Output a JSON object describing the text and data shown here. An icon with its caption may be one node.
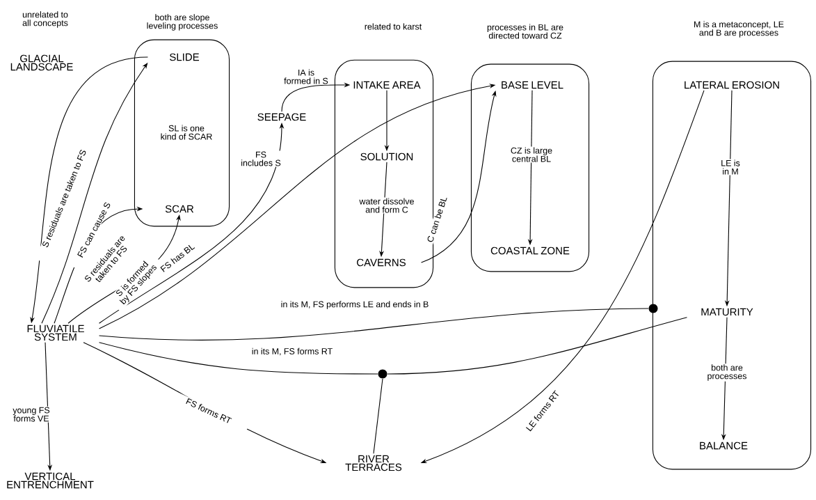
{
  "diagram": {
    "nodes": [
      {
        "text": [
          "both are slope leveling processes",
          "SL is one kind of SCAR"
        ]
      },
      {
        "text": [
          "SLIDE"
        ],
        "in": 0
      },
      {
        "text": [
          "SCAR"
        ],
        "in": 0
      },
      {
        "text": [
          "related to karst"
        ]
      },
      {
        "text": [
          "INTAKE AREA"
        ],
        "in": 3
      },
      {
        "text": [
          "SOLUTION"
        ],
        "in": 3
      },
      {
        "text": [
          "CAVERNS"
        ],
        "in": 3
      },
      {
        "text": [
          "processes in BL are directed toward CZ"
        ]
      },
      {
        "text": [
          "BASE LEVEL"
        ],
        "in": 7
      },
      {
        "text": [
          "COASTAL ZONE"
        ],
        "in": 7
      },
      {
        "text": [
          "M is a metaconcept, LE and B are processes"
        ]
      },
      {
        "text": [
          "LATERAL EROSION"
        ],
        "in": 10
      },
      {
        "text": [
          "MATURITY"
        ],
        "in": 10
      },
      {
        "text": [
          "BALANCE"
        ],
        "in": 10
      },
      {
        "text": [
          "GLACIAL LANDSCAPE"
        ],
        "beside": [
          "unrelated to all concepts"
        ]
      },
      {
        "text": [
          "SEEPAGE"
        ]
      },
      {
        "text": [
          "FLUVIATILE SYSTEM"
        ]
      },
      {
        "text": [
          "VERTICAL ENTRENCHMENT"
        ]
      },
      {
        "text": [
          "RIVER TERRACES"
        ]
      },
      {
        "text": [],
        "shape": "circle"
      },
      {
        "text": [],
        "shape": "circle"
      }
    ],
    "edges": [
      {
        "from": 1,
        "to": 16,
        "arrow": "to",
        "label": "S residuals are taken to FS"
      },
      {
        "from": 16,
        "to": 1,
        "arrow": "to",
        "label": "FS can cause S"
      },
      {
        "from": 16,
        "to": 2,
        "arrow": "to",
        "label": "S residuals are taken to FS"
      },
      {
        "from": 16,
        "to": 2,
        "arrow": "to",
        "label": "S is formed by FS slopes"
      },
      {
        "from": 16,
        "to": 15,
        "arrow": "to",
        "label": "FS includes S"
      },
      {
        "from": 15,
        "to": 4,
        "arrow": "to",
        "label": "IA is formed in S"
      },
      {
        "from": 16,
        "to": 8,
        "arrow": "to",
        "label": "FS has BL"
      },
      {
        "from": 4,
        "to": 5,
        "arrow": "to"
      },
      {
        "from": 5,
        "to": 6,
        "arrow": "to",
        "label": "water dissolve and form C"
      },
      {
        "from": 6,
        "to": 8,
        "arrow": "to",
        "label": "C can be BL"
      },
      {
        "from": 8,
        "to": 9,
        "arrow": "to",
        "label": "CZ is large central BL"
      },
      {
        "from": 11,
        "to": 12,
        "arrow": "to",
        "label": "LE is in M"
      },
      {
        "from": 12,
        "to": 13,
        "arrow": "to",
        "label": "both are processes"
      },
      {
        "from": 16,
        "to": 20,
        "arrow": "none",
        "label": "in its M, FS performs LE and ends in B"
      },
      {
        "from": 16,
        "to": 19,
        "arrow": "none",
        "label": "in its M, FS forms RT"
      },
      {
        "from": 19,
        "to": 12,
        "arrow": "none"
      },
      {
        "from": 19,
        "to": 18,
        "arrow": "none"
      },
      {
        "from": 16,
        "to": 18,
        "arrow": "to",
        "label": "FS forms RT"
      },
      {
        "from": 11,
        "to": 18,
        "arrow": "to",
        "label": "LE forms RT"
      },
      {
        "from": 16,
        "to": 17,
        "arrow": "to",
        "label": "young FS forms VE"
      }
    ]
  }
}
